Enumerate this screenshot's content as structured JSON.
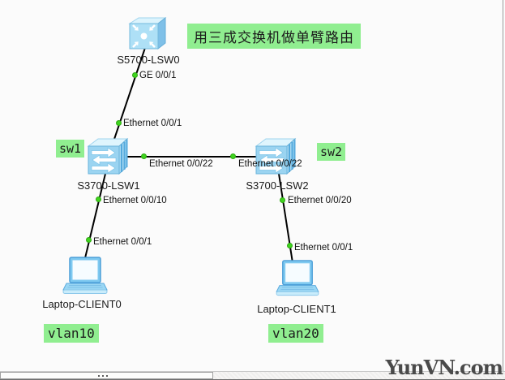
{
  "canvas": {
    "title_note": "用三成交换机做单臂路由",
    "watermark": "YunVN.com"
  },
  "devices": {
    "lsw0": {
      "name": "S5700-LSW0",
      "type": "S5700 switch"
    },
    "lsw1": {
      "name": "S3700-LSW1",
      "type": "S3700 switch",
      "tag": "sw1"
    },
    "lsw2": {
      "name": "S3700-LSW2",
      "type": "S3700 switch",
      "tag": "sw2"
    },
    "client0": {
      "name": "Laptop-CLIENT0",
      "type": "laptop",
      "tag": "vlan10"
    },
    "client1": {
      "name": "Laptop-CLIENT1",
      "type": "laptop",
      "tag": "vlan20"
    }
  },
  "ports": {
    "lsw0_ge1": "GE 0/0/1",
    "lsw1_eth1": "Ethernet 0/0/1",
    "lsw1_eth22": "Ethernet 0/0/22",
    "lsw2_eth22": "Ethernet 0/0/22",
    "lsw1_eth10": "Ethernet 0/0/10",
    "client0_eth1": "Ethernet 0/0/1",
    "lsw2_eth20": "Ethernet 0/0/20",
    "client1_eth1": "Ethernet 0/0/1"
  },
  "links": [
    {
      "from": "S5700-LSW0",
      "from_port": "GE 0/0/1",
      "to": "S3700-LSW1",
      "to_port": "Ethernet 0/0/1"
    },
    {
      "from": "S3700-LSW1",
      "from_port": "Ethernet 0/0/22",
      "to": "S3700-LSW2",
      "to_port": "Ethernet 0/0/22"
    },
    {
      "from": "S3700-LSW1",
      "from_port": "Ethernet 0/0/10",
      "to": "Laptop-CLIENT0",
      "to_port": "Ethernet 0/0/1"
    },
    {
      "from": "S3700-LSW2",
      "from_port": "Ethernet 0/0/20",
      "to": "Laptop-CLIENT1",
      "to_port": "Ethernet 0/0/1"
    }
  ],
  "colors": {
    "note_highlight": "#90EE90",
    "port_dot": "#3fd41e",
    "link": "#000000",
    "canvas_bg": "#fbfbfb"
  }
}
